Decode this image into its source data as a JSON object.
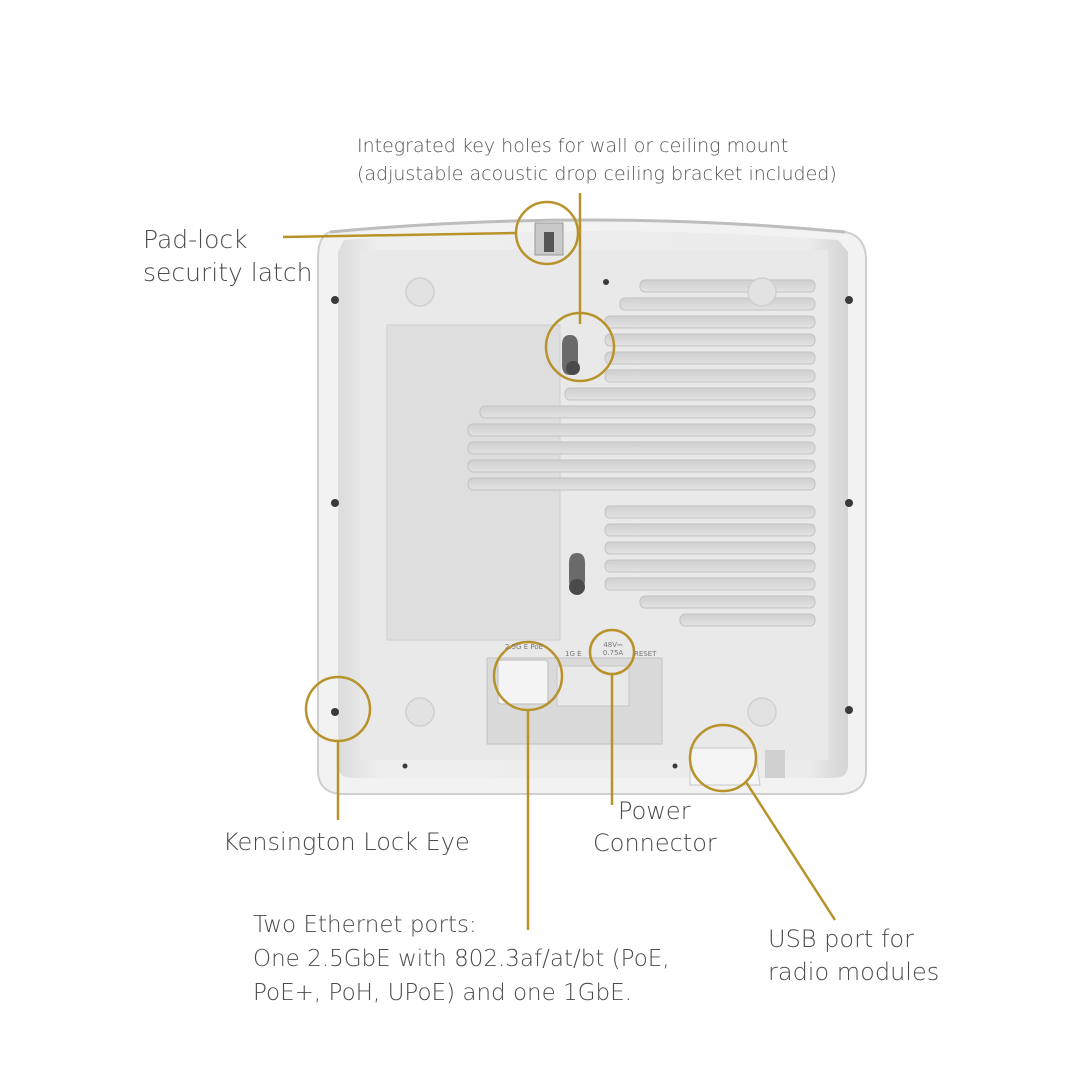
{
  "callouts": {
    "keyholes": [
      "Integrated key holes for wall or ceiling mount",
      "(adjustable acoustic drop ceiling bracket included)"
    ],
    "padlock": [
      "Pad-lock",
      "security latch"
    ],
    "kensington": "Kensington Lock Eye",
    "power": [
      "Power",
      "Connector"
    ],
    "ethernet": [
      "Two Ethernet ports:",
      "One 2.5GbE with 802.3af/at/bt (PoE,",
      "PoE+, PoH, UPoE) and one 1GbE."
    ],
    "usb": [
      "USB port for",
      "radio modules"
    ]
  },
  "device_labels": {
    "poe_port": [
      "2.5G E",
      "PoE"
    ],
    "gbe_port": "1G E",
    "power_rating": [
      "48V⎓",
      "0.75A"
    ],
    "reset": "RESET"
  },
  "colors": {
    "accent": "#b8922a",
    "text": "#4a4a4a",
    "device_body": "#ebebeb",
    "device_vent": "#d6d6d6"
  }
}
